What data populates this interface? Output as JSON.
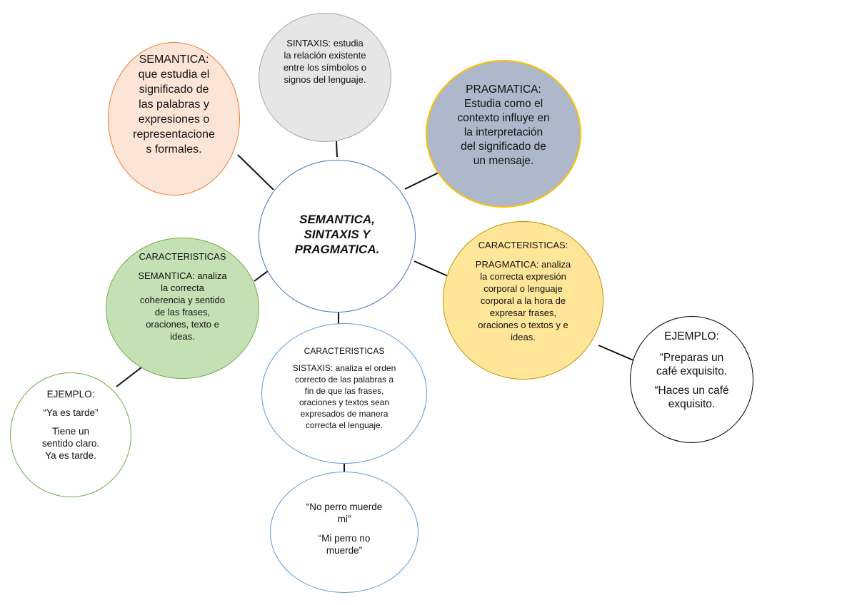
{
  "center": {
    "title_lines": [
      "SEMANTICA,",
      "SINTAXIS Y",
      "PRAGMATICA."
    ]
  },
  "semantica": {
    "lines": [
      "SEMANTICA:",
      "que estudia el",
      "significado de",
      "las palabras y",
      "expresiones o",
      "representacione",
      "s formales."
    ],
    "color": "#fce4d6"
  },
  "sintaxis": {
    "lines": [
      "SINTAXIS: estudia",
      "la relación existente",
      "entre los símbolos o",
      "signos del lenguaje."
    ],
    "color": "#e7e6e6"
  },
  "pragmatica": {
    "lines": [
      "PRAGMATICA:",
      "Estudia como el",
      "contexto influye en",
      "la interpretación",
      "del significado de",
      "un mensaje."
    ],
    "color": "#adb9ca"
  },
  "caract_semantica": {
    "heading": "CARACTERISTICAS",
    "lines": [
      "SEMANTICA: analiza",
      "la correcta",
      "coherencia y sentido",
      "de las frases,",
      "oraciones, texto e",
      "ideas."
    ],
    "color": "#c5e0b4"
  },
  "caract_sintaxis": {
    "heading": "CARACTERISTICAS",
    "lines": [
      "SISTAXIS: analiza el orden",
      "correcto de las palabras a",
      "fin de que las frases,",
      "oraciones y textos sean",
      "expresados de manera",
      "correcta el lenguaje."
    ]
  },
  "caract_pragmatica": {
    "heading": "CARACTERISTICAS:",
    "lines": [
      "PRAGMATICA: analiza",
      "la correcta expresión",
      "corporal o lenguaje",
      "corporal a la hora de",
      "expresar frases,",
      "oraciones o textos y e",
      "ideas."
    ],
    "color": "#ffe699"
  },
  "ejemplo_semantica": {
    "heading": "EJEMPLO:",
    "quote": "“Ya es tarde”",
    "lines": [
      "Tiene un",
      "sentido claro.",
      "Ya es tarde."
    ]
  },
  "ejemplo_sintaxis": {
    "para1": [
      "“No perro muerde",
      "mi”"
    ],
    "para2": [
      "“Mi perro no",
      "muerde”"
    ]
  },
  "ejemplo_pragmatica": {
    "heading": "EJEMPLO:",
    "para1": [
      "“Preparas un",
      "café exquisito."
    ],
    "para2": [
      "“Haces un café",
      "exquisito."
    ]
  },
  "colors": {
    "center_border": "#4472c4",
    "semantica_border": "#ed7d31",
    "sintaxis_border": "#a6a6a6",
    "pragmatica_border": "#ffc000",
    "green_border": "#70ad47",
    "blue_border": "#5b9bd5",
    "yellow_border": "#bf9000",
    "black_border": "#000000"
  }
}
